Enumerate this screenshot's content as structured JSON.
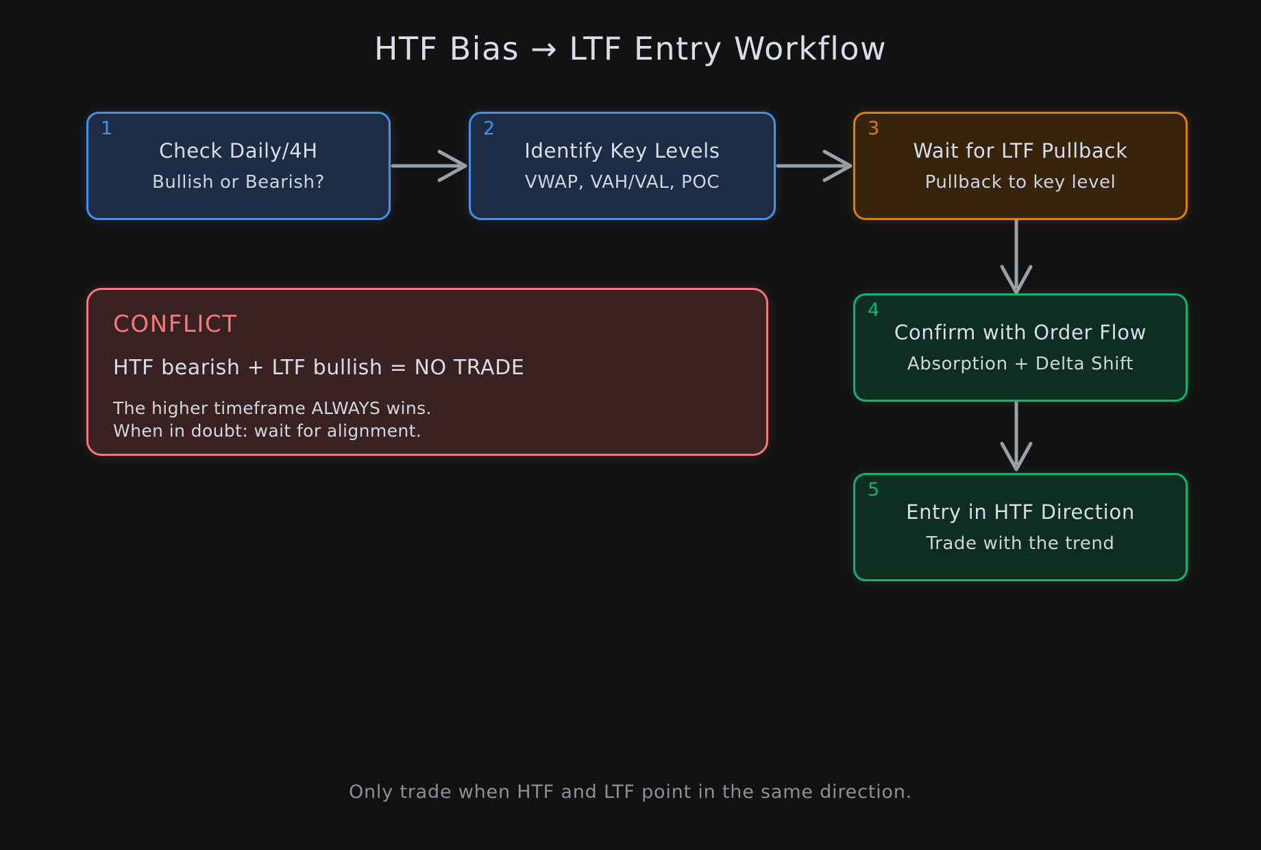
{
  "title": "HTF Bias → LTF Entry Workflow",
  "background_color": "#121212",
  "palette": {
    "blue_border": "#4a90e8",
    "blue_fill": "#1c2d45",
    "orange_border": "#d9820f",
    "orange_fill": "#38240c",
    "green_border": "#12b373",
    "green_fill": "#0e2e22",
    "red_border": "#f4787f",
    "red_fill": "#3a2222",
    "arrow_gray": "#9aa0a8",
    "text_light": "#d8dee9",
    "footer_gray": "#8b9099"
  },
  "nodes": [
    {
      "num": "1",
      "line1": "Check Daily/4H",
      "line2": "Bullish or Bearish?",
      "color": "blue"
    },
    {
      "num": "2",
      "line1": "Identify Key Levels",
      "line2": "VWAP, VAH/VAL, POC",
      "color": "blue"
    },
    {
      "num": "3",
      "line1": "Wait for LTF Pullback",
      "line2": "Pullback to key level",
      "color": "orange"
    },
    {
      "num": "4",
      "line1": "Confirm with Order Flow",
      "line2": "Absorption + Delta Shift",
      "color": "green"
    },
    {
      "num": "5",
      "line1": "Entry in HTF Direction",
      "line2": "Trade with the trend",
      "color": "green"
    }
  ],
  "conflict": {
    "heading": "CONFLICT",
    "main_line": "HTF bearish + LTF bullish = NO TRADE",
    "sub_line_1": "The higher timeframe ALWAYS wins.",
    "sub_line_2": "When in doubt: wait for alignment."
  },
  "footer": "Only trade when HTF and LTF point in the same direction.",
  "arrows": [
    {
      "name": "arrow-node1-to-node2",
      "direction": "right"
    },
    {
      "name": "arrow-node2-to-node3",
      "direction": "right"
    },
    {
      "name": "arrow-node3-to-node4",
      "direction": "down"
    },
    {
      "name": "arrow-node4-to-node5",
      "direction": "down"
    }
  ]
}
